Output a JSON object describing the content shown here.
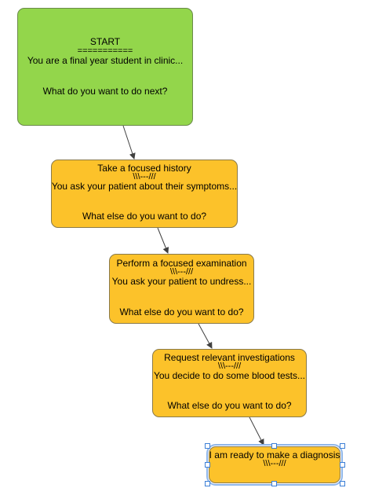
{
  "nodes": [
    {
      "id": "start",
      "title": "START",
      "separator": "===========",
      "description": "You are a final year student in clinic...",
      "prompt": "What do you want to do next?"
    },
    {
      "id": "history",
      "title": "Take a focused history",
      "separator": "\\\\\\---///",
      "description": "You ask your patient about their symptoms...",
      "prompt": "What else do you want to do?"
    },
    {
      "id": "examination",
      "title": "Perform a focused examination",
      "separator": "\\\\\\---///",
      "description": "You ask your patient to undress...",
      "prompt": "What else do you want to do?"
    },
    {
      "id": "investigations",
      "title": "Request relevant investigations",
      "separator": "\\\\\\---///",
      "description": "You decide to do some blood tests...",
      "prompt": "What else do you want to do?"
    },
    {
      "id": "diagnosis",
      "title": "I am ready to make a diagnosis",
      "separator": "\\\\\\---///"
    }
  ],
  "colors": {
    "start_fill": "#93d64b",
    "step_fill": "#fcc22a",
    "selection": "#3c7fd6",
    "connector": "#404040"
  }
}
